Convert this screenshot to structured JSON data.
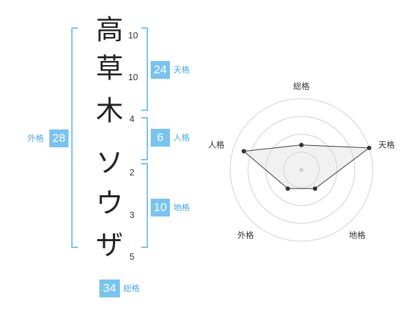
{
  "name": {
    "chars": [
      {
        "char": "高",
        "strokes": "10"
      },
      {
        "char": "草",
        "strokes": "10"
      },
      {
        "char": "木",
        "strokes": "4"
      },
      {
        "char": "ソ",
        "strokes": "2"
      },
      {
        "char": "ウ",
        "strokes": "3"
      },
      {
        "char": "ザ",
        "strokes": "5"
      }
    ]
  },
  "kaku": {
    "tenkaku": {
      "value": "24",
      "label": "天格"
    },
    "jinkaku": {
      "value": "6",
      "label": "人格"
    },
    "chikaku": {
      "value": "10",
      "label": "地格"
    },
    "gaikaku": {
      "value": "28",
      "label": "外格"
    },
    "soukaku": {
      "value": "34",
      "label": "総格"
    }
  },
  "chart_data": {
    "type": "radar",
    "axes": [
      "総格",
      "天格",
      "地格",
      "外格",
      "人格"
    ],
    "values": [
      1.4,
      4.0,
      1.3,
      1.3,
      3.4
    ],
    "rmax": 4,
    "rings": 4
  }
}
